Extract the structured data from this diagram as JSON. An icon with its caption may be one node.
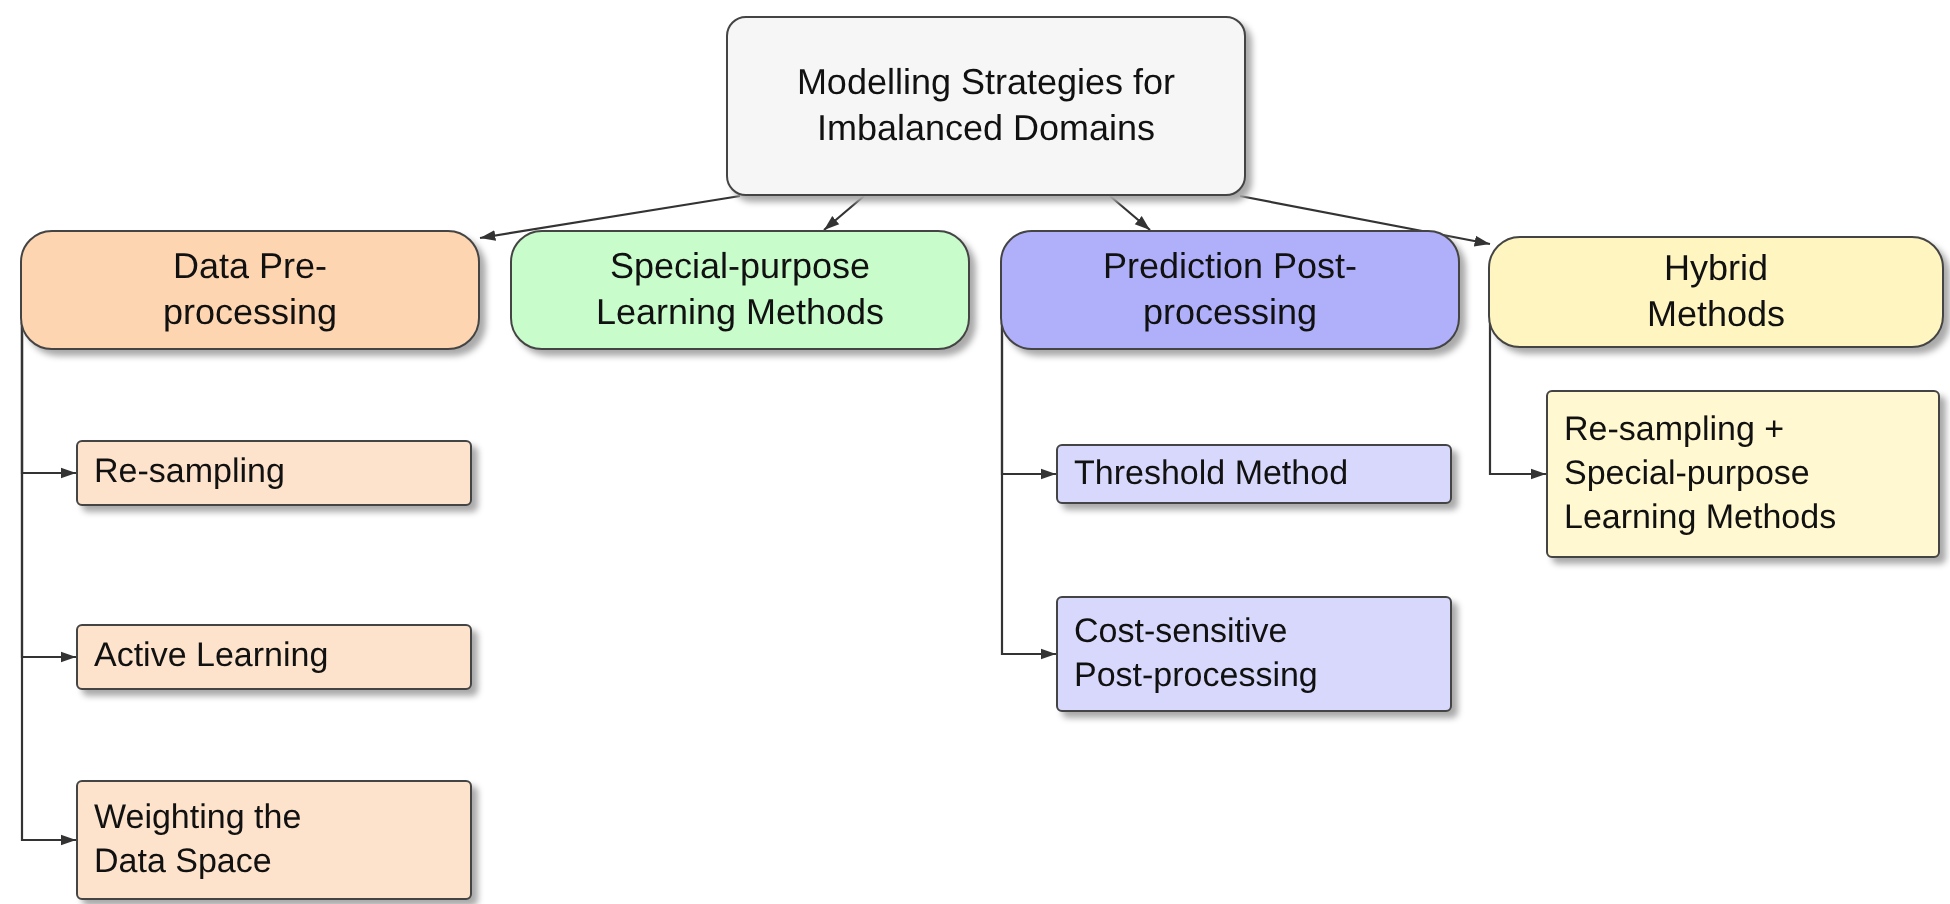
{
  "diagram": {
    "nodes": [
      {
        "text": [
          "Modelling Strategies for Imbalanced Domains"
        ]
      },
      {
        "text": [
          "Data Pre-processing"
        ]
      },
      {
        "text": [
          "Special-purpose Learning Methods"
        ]
      },
      {
        "text": [
          "Prediction Post-processing"
        ]
      },
      {
        "text": [
          "Hybrid Methods"
        ]
      },
      {
        "text": [
          "Re-sampling"
        ]
      },
      {
        "text": [
          "Active Learning"
        ]
      },
      {
        "text": [
          "Weighting the Data Space"
        ]
      },
      {
        "text": [
          "Threshold Method"
        ]
      },
      {
        "text": [
          "Cost-sensitive Post-processing"
        ]
      },
      {
        "text": [
          "Re-sampling + Special-purpose Learning Methods"
        ]
      }
    ],
    "edges": [
      {
        "from": 0,
        "to": 1,
        "arrow": "to"
      },
      {
        "from": 0,
        "to": 2,
        "arrow": "to"
      },
      {
        "from": 0,
        "to": 3,
        "arrow": "to"
      },
      {
        "from": 0,
        "to": 4,
        "arrow": "to"
      },
      {
        "from": 1,
        "to": 5,
        "arrow": "to"
      },
      {
        "from": 1,
        "to": 6,
        "arrow": "to"
      },
      {
        "from": 1,
        "to": 7,
        "arrow": "to"
      },
      {
        "from": 3,
        "to": 8,
        "arrow": "to"
      },
      {
        "from": 3,
        "to": 9,
        "arrow": "to"
      },
      {
        "from": 4,
        "to": 10,
        "arrow": "to"
      }
    ]
  }
}
